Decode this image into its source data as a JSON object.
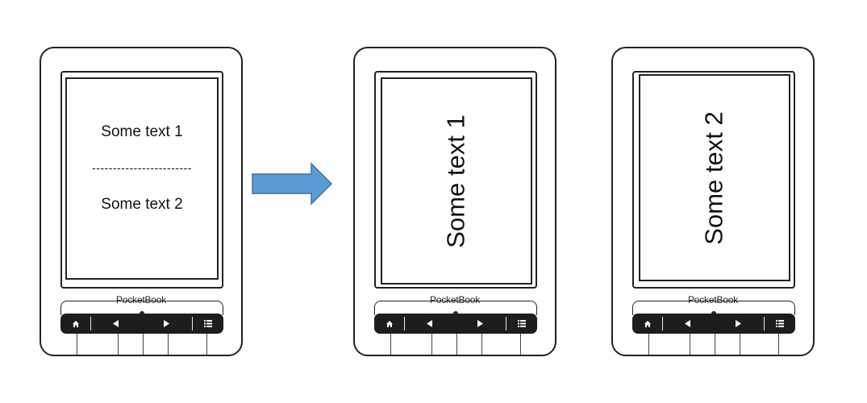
{
  "devices": [
    {
      "brand": "PocketBook",
      "mode": "split",
      "text_top": "Some text 1",
      "divider": "------------------------",
      "text_bottom": "Some text 2"
    },
    {
      "brand": "PocketBook",
      "mode": "rotated",
      "text": "Some text 1"
    },
    {
      "brand": "PocketBook",
      "mode": "rotated",
      "text": "Some text 2"
    }
  ],
  "arrow": {
    "color": "#5b9bd5",
    "stroke": "#41719c",
    "direction": "right"
  },
  "buttons": [
    "home-icon",
    "prev-icon",
    "next-icon",
    "menu-icon"
  ]
}
